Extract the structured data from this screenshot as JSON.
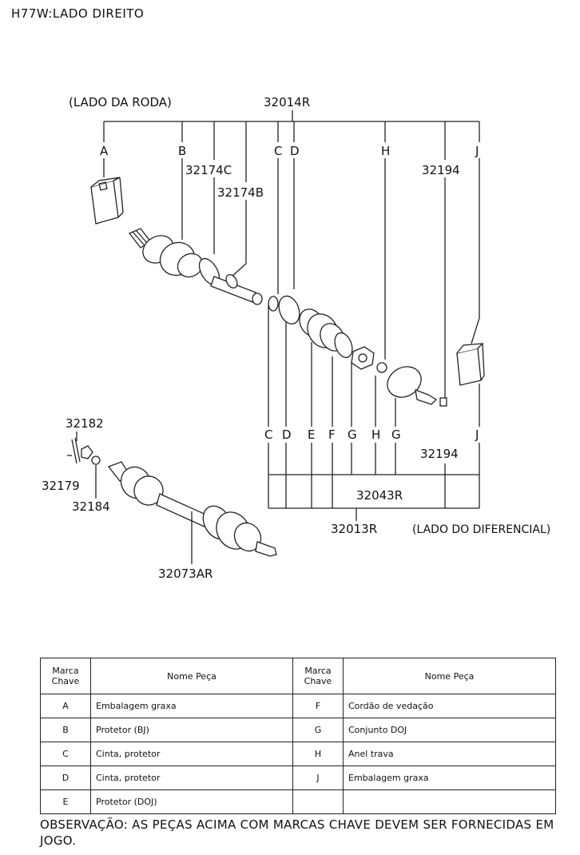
{
  "header": {
    "title": "H77W:LADO DIREITO"
  },
  "diagram": {
    "side_wheel": "(LADO DA RODA)",
    "side_diff": "(LADO DO DIFERENCIAL)",
    "parts": {
      "p32014R": "32014R",
      "p32174C": "32174C",
      "p32174B": "32174B",
      "p32194a": "32194",
      "p32194b": "32194",
      "p32182": "32182",
      "p32179": "32179",
      "p32184": "32184",
      "p32073AR": "32073AR",
      "p32043R": "32043R",
      "p32013R": "32013R"
    },
    "top_letters": [
      "A",
      "B",
      "C",
      "D",
      "H",
      "J"
    ],
    "bottom_letters": [
      "C",
      "D",
      "E",
      "F",
      "G",
      "H",
      "G",
      "J"
    ]
  },
  "legend": {
    "col_key": "Marca Chave",
    "col_name": "Nome Peça",
    "rows": [
      {
        "lk": "A",
        "ln": "Embalagem graxa",
        "rk": "F",
        "rn": "Cordão de vedação"
      },
      {
        "lk": "B",
        "ln": "Protetor (BJ)",
        "rk": "G",
        "rn": "Conjunto DOJ"
      },
      {
        "lk": "C",
        "ln": "Cinta, protetor",
        "rk": "H",
        "rn": "Anel trava"
      },
      {
        "lk": "D",
        "ln": "Cinta, protetor",
        "rk": "J",
        "rn": "Embalagem graxa"
      },
      {
        "lk": "E",
        "ln": "Protetor (DOJ)",
        "rk": "",
        "rn": ""
      }
    ]
  },
  "note": "OBSERVAÇÃO: AS PEÇAS ACIMA COM MARCAS CHAVE DEVEM SER FORNECIDAS EM JOGO."
}
